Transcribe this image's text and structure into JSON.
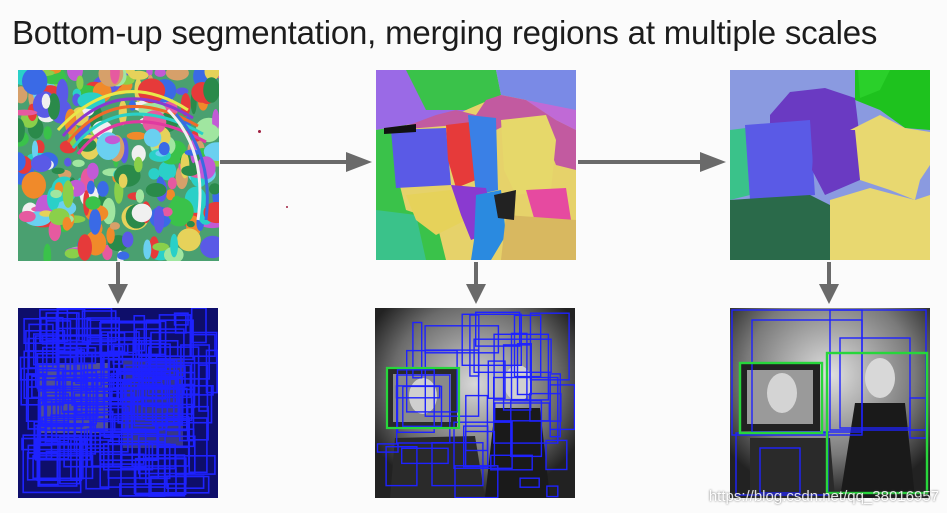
{
  "title": "Bottom-up segmentation, merging regions at multiple scales",
  "watermark": "https://blog.csdn.net/qq_38016957",
  "colors": {
    "arrow": "#6a6a6a",
    "box_blue": "#1e22ff",
    "box_green": "#27d63b",
    "background": "#fbfbfb"
  },
  "panels": [
    {
      "name": "segmentation-fine",
      "kind": "segmentation"
    },
    {
      "name": "segmentation-medium",
      "kind": "segmentation"
    },
    {
      "name": "segmentation-coarse",
      "kind": "segmentation"
    },
    {
      "name": "proposals-fine",
      "kind": "proposals"
    },
    {
      "name": "proposals-medium",
      "kind": "proposals"
    },
    {
      "name": "proposals-coarse",
      "kind": "proposals"
    }
  ]
}
